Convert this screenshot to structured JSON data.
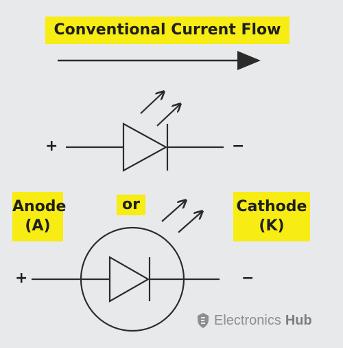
{
  "title": "Conventional Current Flow",
  "anode": {
    "line1": "Anode",
    "line2": "(A)"
  },
  "cathode": {
    "line1": "Cathode",
    "line2": "(K)"
  },
  "or_text": "or",
  "top_symbol": {
    "plus": "+",
    "minus": "−"
  },
  "bottom_symbol": {
    "plus": "+",
    "minus": "−"
  },
  "watermark": {
    "brand": "Electronics",
    "brand_bold": "Hub",
    "icon": "electronics-hub-logo-icon"
  },
  "colors": {
    "highlight": "#f7ec13",
    "ink": "#2b2b2b",
    "background": "#e8e9eb",
    "watermark": "#8c8e92"
  }
}
